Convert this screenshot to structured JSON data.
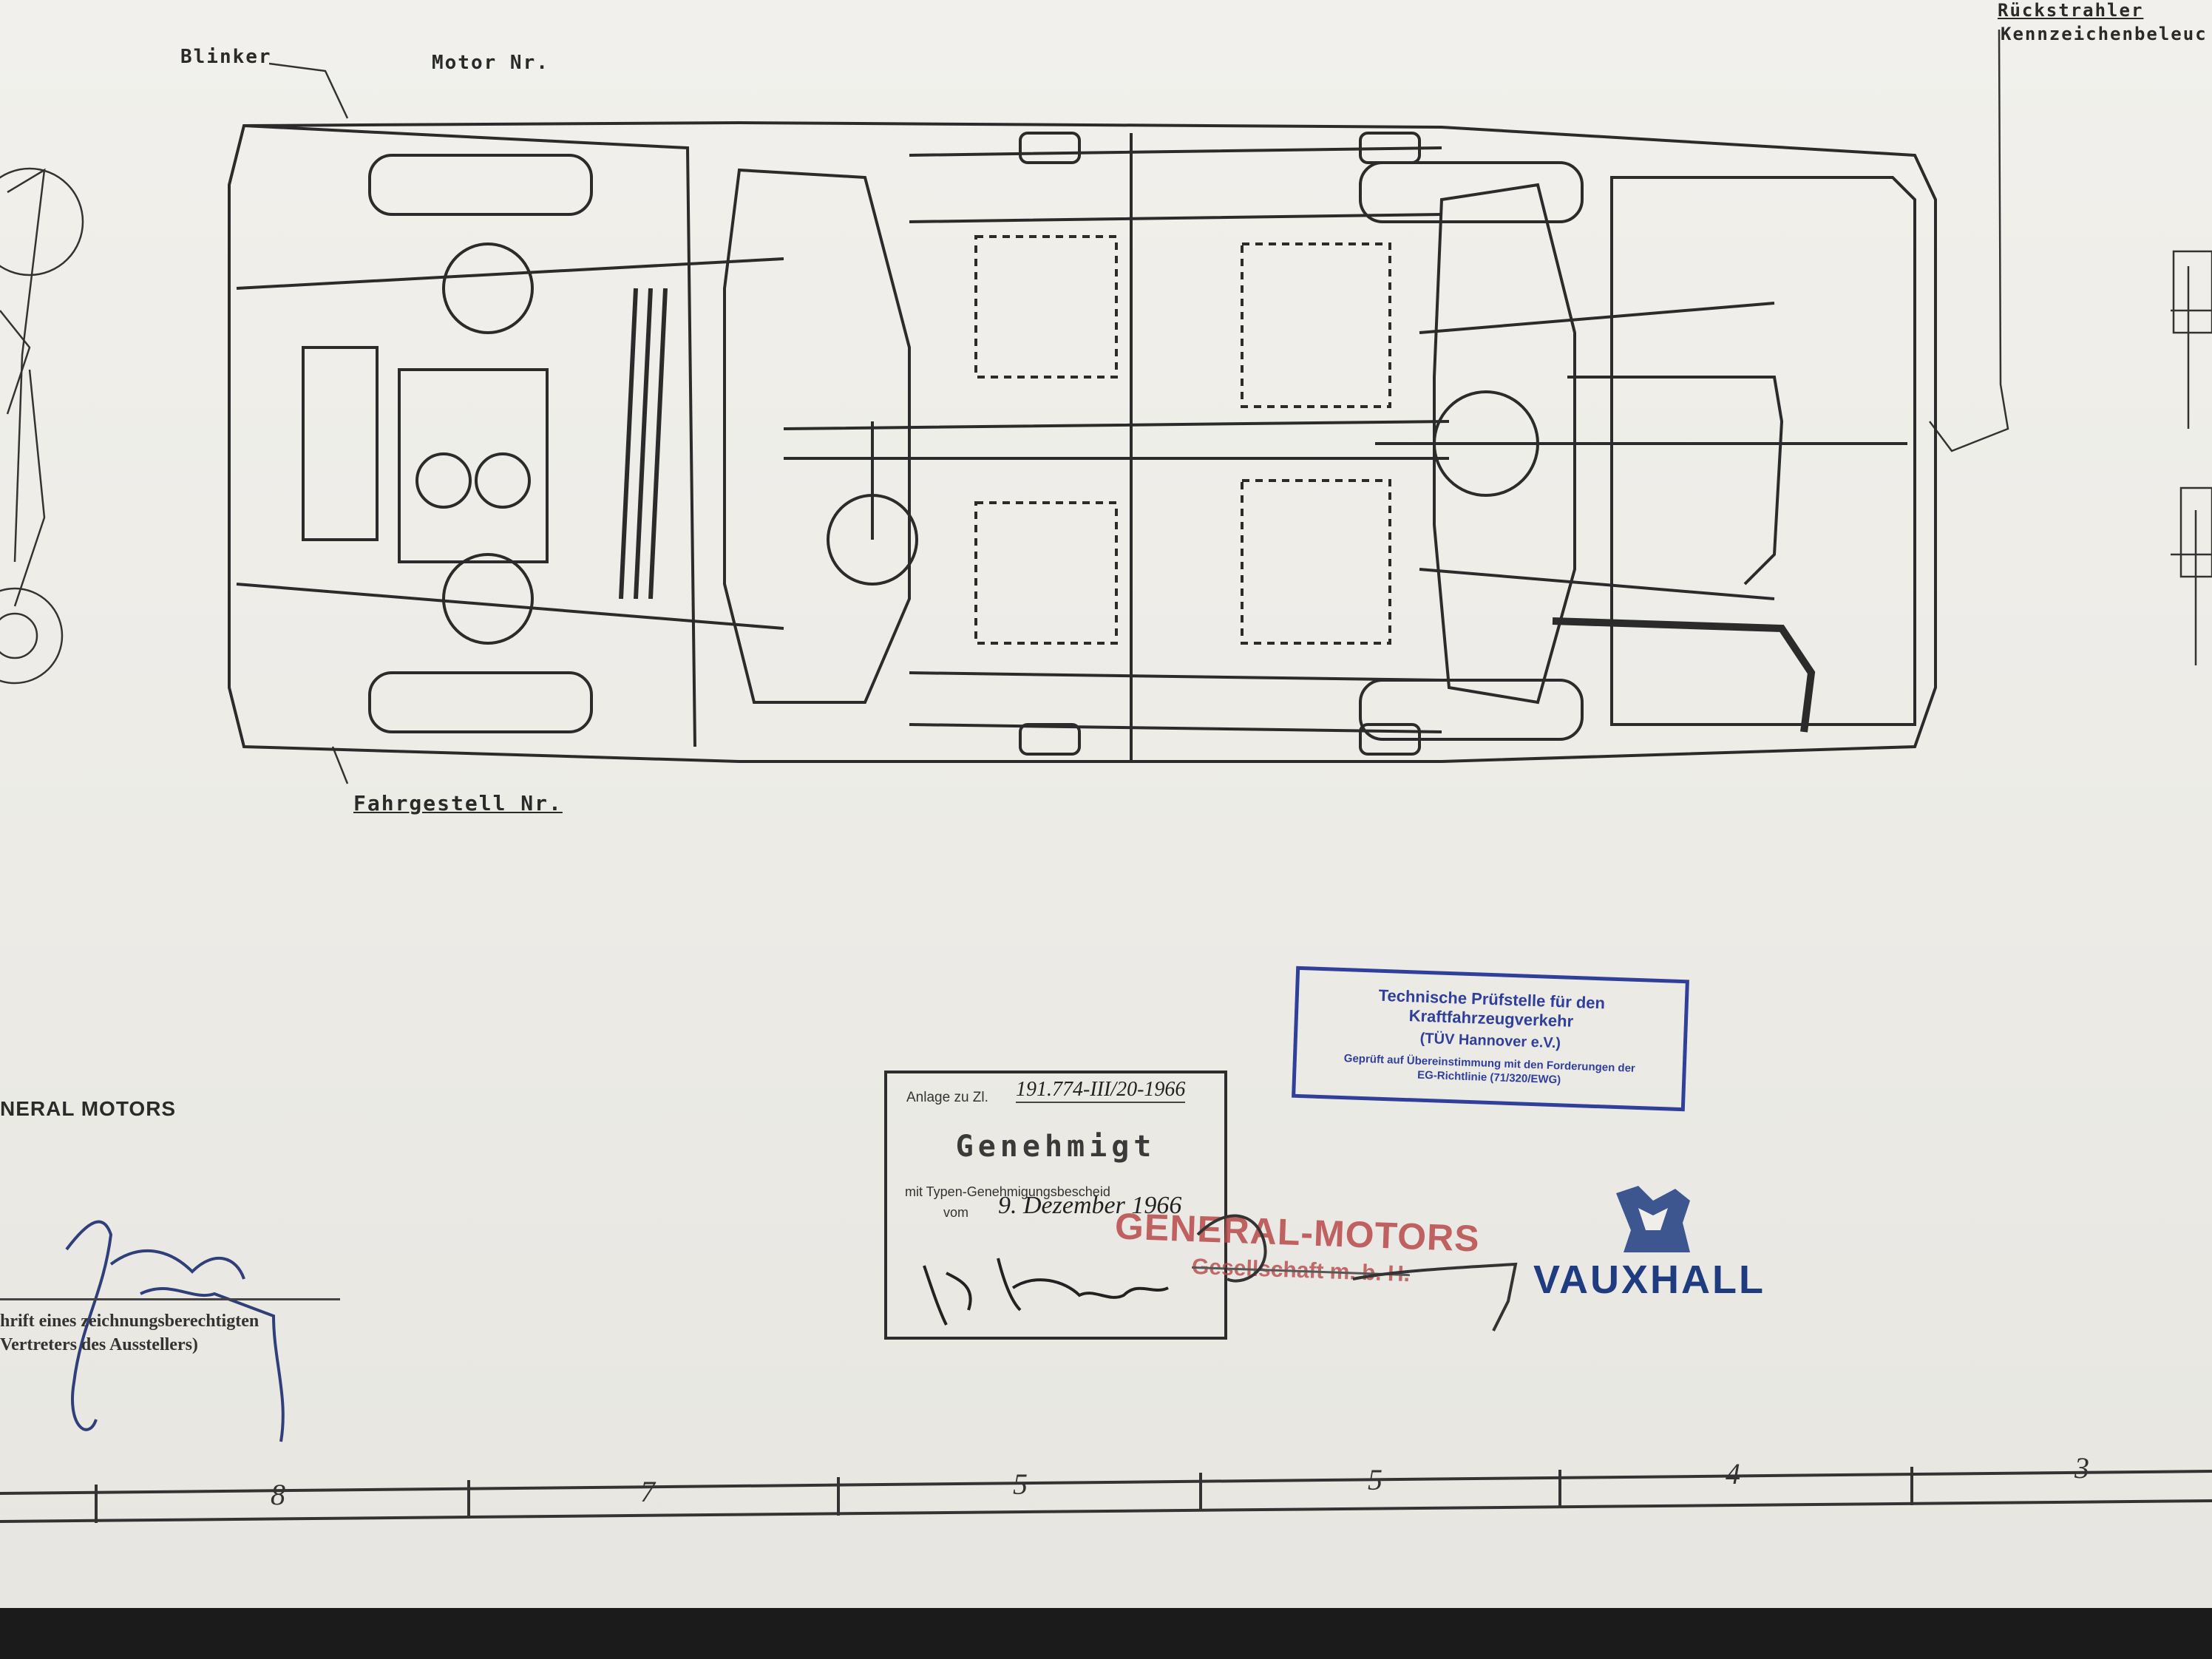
{
  "labels": {
    "blinker": "Blinker",
    "motor": "Motor Nr.",
    "fahrgestell": "Fahrgestell Nr.",
    "rueckstrahler": "Rückstrahler",
    "kennzeichen": "Kennzeichenbeleuc"
  },
  "left_block": {
    "company": "NERAL MOTORS",
    "sig_caption_1": "hrift eines zeichnungsberechtigten",
    "sig_caption_2": "Vertreters des Ausstellers)"
  },
  "approval_stamp": {
    "anlage_label": "Anlage zu Zl.",
    "anlage_value": "191.774-III/20-1966",
    "title": "Genehmigt",
    "mit_line": "mit Typen-Genehmigungsbescheid",
    "vom_label": "vom",
    "vom_value": "9. Dezember 1966"
  },
  "tuv_stamp": {
    "line1": "Technische Prüfstelle für den Kraftfahrzeugverkehr",
    "line2": "(TÜV Hannover e.V.)",
    "line3": "Geprüft auf Übereinstimmung mit den Forderungen der",
    "line4": "EG-Richtlinie (71/320/EWG)"
  },
  "gm_stamp": {
    "name": "GENERAL-MOTORS",
    "sub": "Gesellschaft m. b. H."
  },
  "brand": {
    "name": "VAUXHALL"
  },
  "scale": {
    "numbers": [
      "8",
      "7",
      "5",
      "5",
      "4",
      "3"
    ]
  },
  "colors": {
    "paper": "#efeee9",
    "ink": "#2a2a2a",
    "stamp_blue": "#2f3f9a",
    "stamp_red": "#b84a4a",
    "vauxhall_blue": "#1f3c80"
  }
}
